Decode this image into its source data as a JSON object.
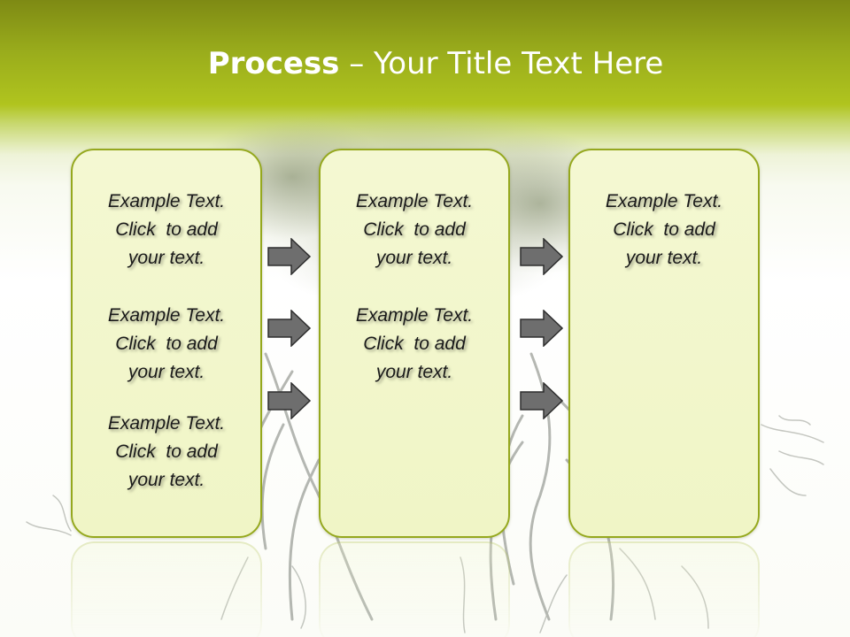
{
  "slide": {
    "title_strong": "Process",
    "title_rest": " – Your Title Text Here"
  },
  "columns": [
    {
      "items": [
        {
          "lines": [
            "Example Text.",
            "Click  to add",
            "your text."
          ]
        },
        {
          "lines": [
            "Example Text.",
            "Click  to add",
            "your text."
          ]
        },
        {
          "lines": [
            "Example Text.",
            "Click  to add",
            "your text."
          ]
        }
      ]
    },
    {
      "items": [
        {
          "lines": [
            "Example Text.",
            "Click  to add",
            "your text."
          ]
        },
        {
          "lines": [
            "Example Text.",
            "Click  to add",
            "your text."
          ]
        }
      ]
    },
    {
      "items": [
        {
          "lines": [
            "Example Text.",
            "Click  to add",
            "your text."
          ]
        }
      ]
    }
  ],
  "colors": {
    "header_green": "#9aad1c",
    "card_fill": "#f2f7cc",
    "card_border": "#95a81e",
    "arrow_fill": "#6e6e6e"
  },
  "icons": {
    "arrow": "right-block-arrow",
    "background": "tree-with-roots"
  }
}
